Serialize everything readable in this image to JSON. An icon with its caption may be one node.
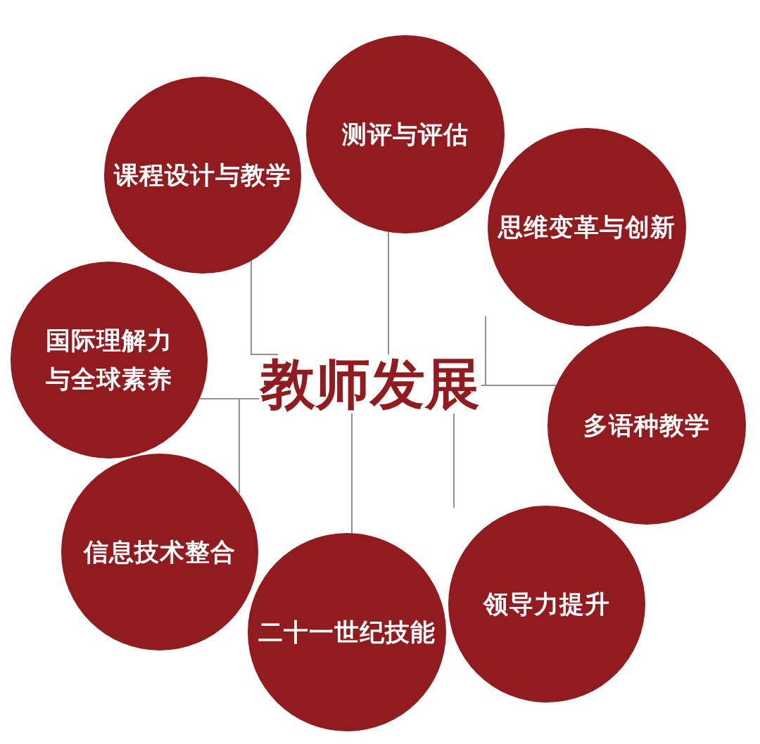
{
  "diagram": {
    "nodes": [
      {
        "text": [
          "教师发展"
        ]
      },
      {
        "text": [
          "课程设计与教学"
        ]
      },
      {
        "text": [
          "测评与评估"
        ]
      },
      {
        "text": [
          "思维变革与创新"
        ]
      },
      {
        "text": [
          "多语种教学"
        ]
      },
      {
        "text": [
          "领导力提升"
        ]
      },
      {
        "text": [
          "二十一世纪技能"
        ]
      },
      {
        "text": [
          "信息技术整合"
        ]
      },
      {
        "text": [
          "国际理解力与全球素养"
        ]
      }
    ],
    "edges": [
      {
        "from": 0,
        "to": 1,
        "arrow": "none"
      },
      {
        "from": 0,
        "to": 2,
        "arrow": "none"
      },
      {
        "from": 0,
        "to": 3,
        "arrow": "none"
      },
      {
        "from": 0,
        "to": 4,
        "arrow": "none"
      },
      {
        "from": 0,
        "to": 5,
        "arrow": "none"
      },
      {
        "from": 0,
        "to": 6,
        "arrow": "none"
      },
      {
        "from": 0,
        "to": 7,
        "arrow": "none"
      },
      {
        "from": 0,
        "to": 8,
        "arrow": "none"
      }
    ]
  }
}
